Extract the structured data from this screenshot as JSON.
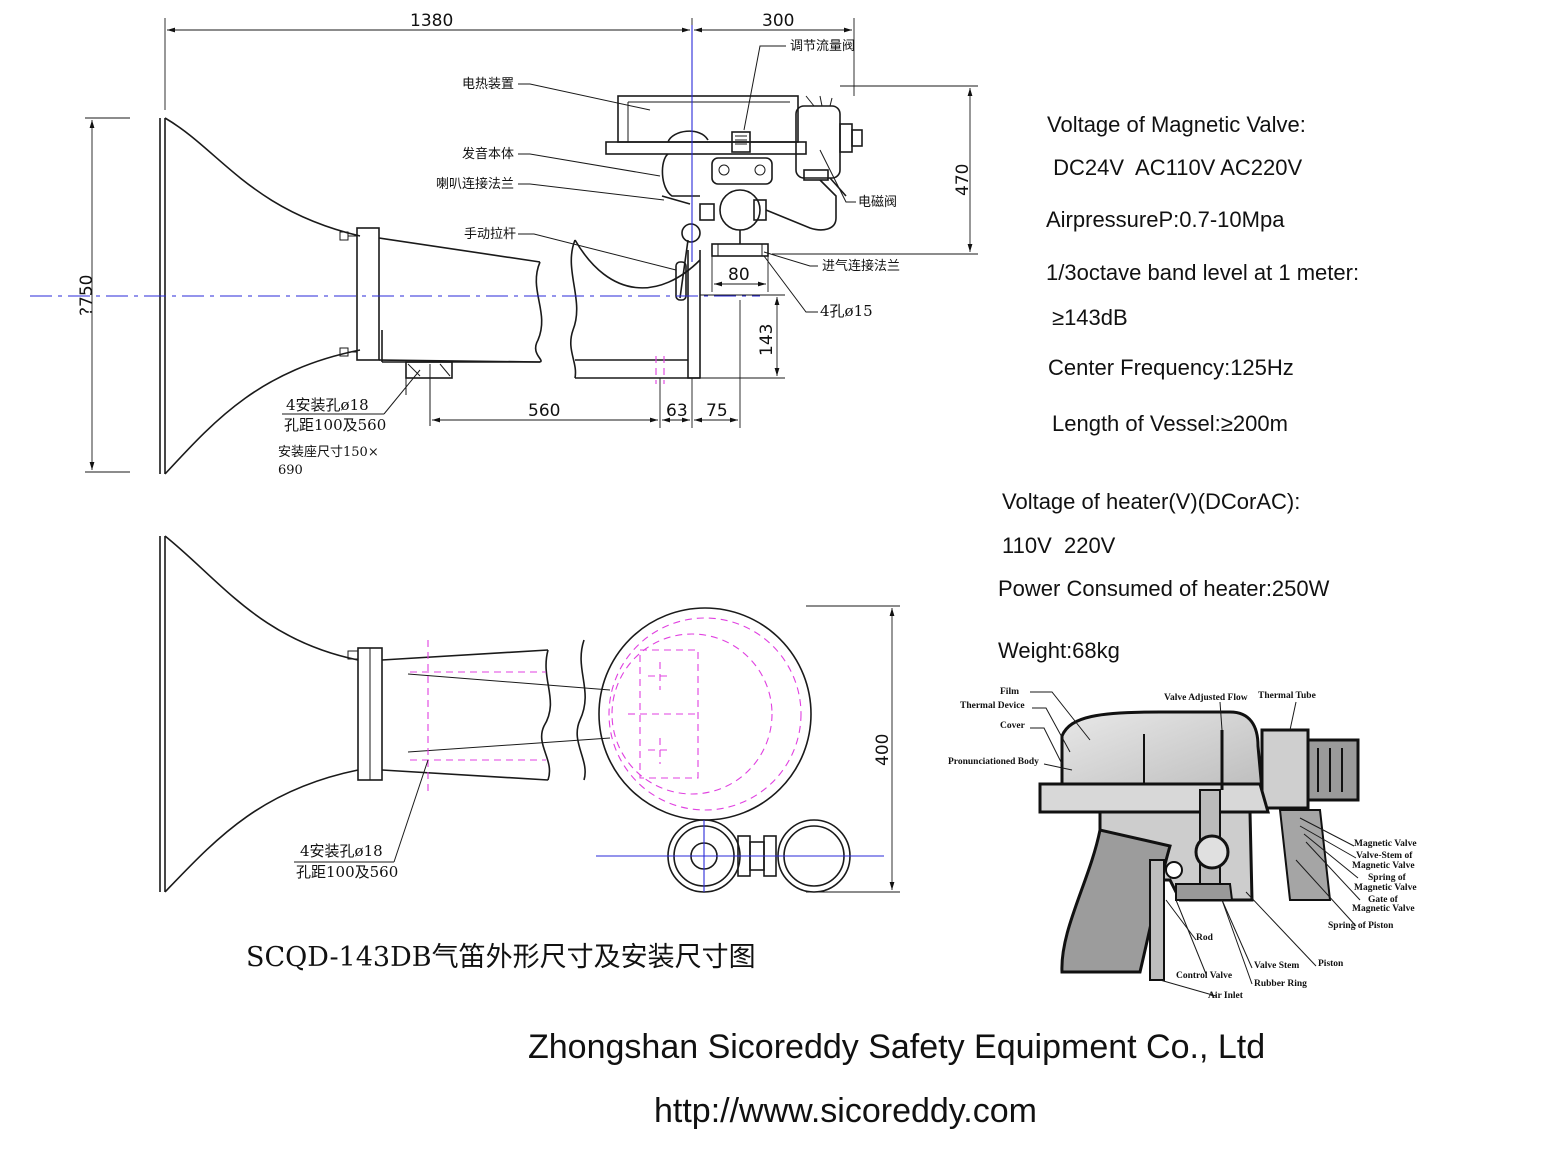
{
  "dimensions": {
    "top_length": "1380",
    "top_right": "300",
    "height_470": "470",
    "height_750": "?750",
    "d80": "80",
    "d143": "143",
    "d560": "560",
    "d63": "63",
    "d75": "75",
    "d400": "400",
    "holes_15": "4孔ø15"
  },
  "labels_cn": {
    "flow_valve": "调节流量阀",
    "heater": "电热装置",
    "body": "发音本体",
    "horn_flange": "喇叭连接法兰",
    "manual_rod": "手动拉杆",
    "solenoid": "电磁阀",
    "inlet_flange": "进气连接法兰",
    "mount_holes_top": "4安装孔ø18",
    "hole_pitch_top": "孔距100及560",
    "seat_size_1": "安装座尺寸150×",
    "seat_size_2": "690",
    "mount_holes_bottom": "4安装孔ø18",
    "hole_pitch_bottom": "孔距100及560"
  },
  "specs": [
    "Voltage of Magnetic Valve:",
    " DC24V  AC110V AC220V",
    "AirpressureP:0.7-10Mpa",
    "1/3octave band level at 1 meter:",
    "≥143dB",
    "Center Frequency:125Hz",
    "Length of Vessel:≥200m",
    "Voltage of heater(V)(DCorAC):",
    "110V  220V",
    "Power Consumed of heater:250W",
    "Weight:68kg"
  ],
  "photo_labels": {
    "film": "Film",
    "thermal_device": "Thermal Device",
    "cover": "Cover",
    "pronunciationed_body": "Pronunciationed Body",
    "valve_adjusted_flow": "Valve Adjusted Flow",
    "thermal_tube": "Thermal Tube",
    "magnetic_valve": "Magnetic Valve",
    "valve_stem_1": "Valve-Stem of",
    "valve_stem_2": "Magnetic Valve",
    "spring_1": "Spring of",
    "spring_2": "Magnetic Valve",
    "gate_1": "Gate of",
    "gate_2": "Magnetic Valve",
    "spring_piston": "Spring of Piston",
    "rod": "Rod",
    "control_valve": "Control Valve",
    "valve_stem": "Valve Stem",
    "piston": "Piston",
    "rubber_ring": "Rubber Ring",
    "air_inlet": "Air Inlet"
  },
  "title": "SCQD-143DB气笛外形尺寸及安装尺寸图",
  "company": "Zhongshan Sicoreddy Safety Equipment Co., Ltd",
  "url": "http://www.sicoreddy.com",
  "colors": {
    "centerline": "#2a2ad8",
    "hidden": "#e040e0",
    "ink": "#1a1a1a"
  }
}
